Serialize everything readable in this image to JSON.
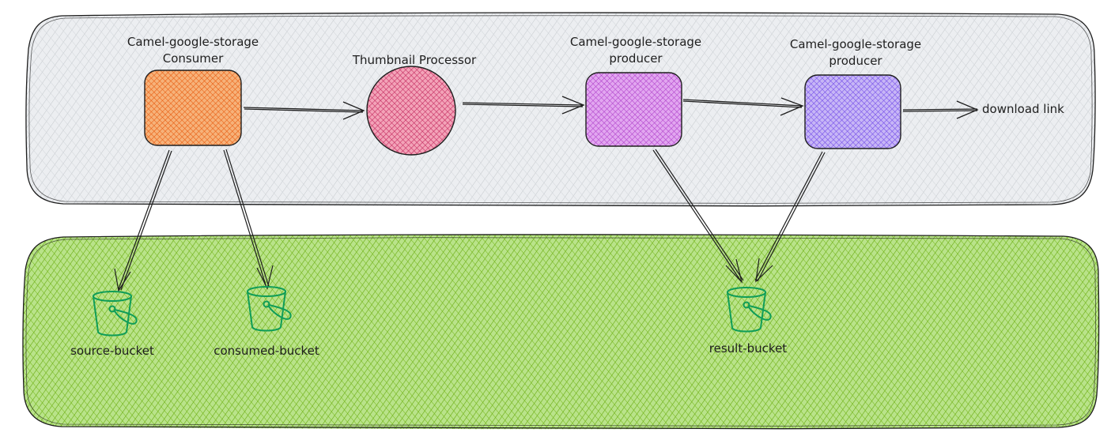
{
  "components": {
    "consumer": {
      "label_line1": "Camel-google-storage",
      "label_line2": "Consumer",
      "color": "#f4a261",
      "hatch": "#e8590c",
      "shape": "rounded-rect"
    },
    "thumbnail": {
      "label": "Thumbnail Processor",
      "color": "#f4a6bd",
      "hatch": "#c2255c",
      "shape": "circle"
    },
    "producer1": {
      "label_line1": "Camel-google-storage",
      "label_line2": "producer",
      "color": "#e3a8f0",
      "hatch": "#ae3ec9",
      "shape": "rounded-rect"
    },
    "producer2": {
      "label_line1": "Camel-google-storage",
      "label_line2": "producer",
      "color": "#c6b8f5",
      "hatch": "#7048e8",
      "shape": "rounded-rect"
    }
  },
  "output": {
    "label": "download link"
  },
  "buckets": {
    "source": {
      "label": "source-bucket",
      "icon": "bucket-icon"
    },
    "consumed": {
      "label": "consumed-bucket",
      "icon": "bucket-icon"
    },
    "result": {
      "label": "result-bucket",
      "icon": "bucket-icon"
    }
  },
  "regions": {
    "app": {
      "fill": "#e9ecef",
      "hatch": "#ced4da"
    },
    "storage": {
      "fill": "#b2f2bb",
      "hatch": "#66a80f"
    }
  },
  "colors": {
    "stroke": "#1e1e1e",
    "bucket": "#0f9d58"
  }
}
